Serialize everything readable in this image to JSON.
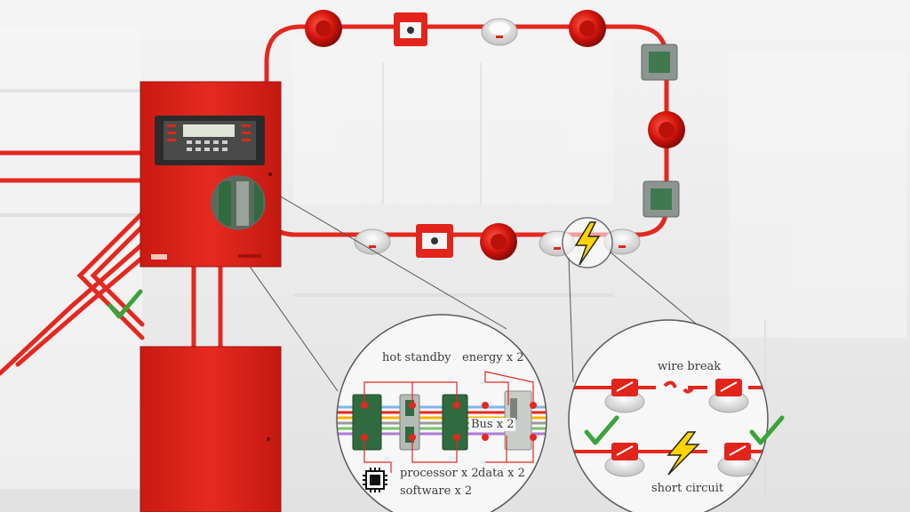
{
  "zoom_left": {
    "hot_standby": "hot standby",
    "energy": "energy x 2",
    "bus": "Bus x 2",
    "processor": "processor x 2",
    "data": "data x 2",
    "software": "software x 2"
  },
  "zoom_right": {
    "wire_break": "wire break",
    "short_circuit": "short circuit"
  },
  "colors": {
    "panel_red": "#e2241b",
    "cable_red": "#e3281f",
    "check_green": "#3aa43a",
    "bolt_yellow": "#ffd400"
  },
  "icons": [
    "checkmark-icon",
    "lightning-bolt-icon",
    "chip-icon"
  ]
}
